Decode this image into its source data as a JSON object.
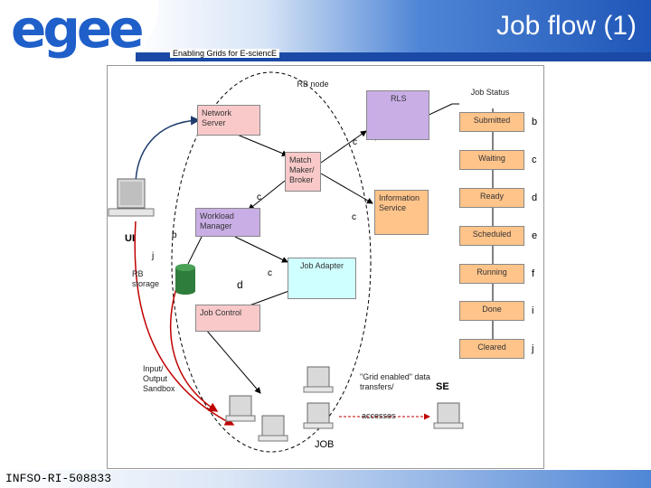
{
  "header": {
    "logo_text": "egee",
    "title": "Job flow (1)",
    "tagline": "Enabling Grids for E-sciencE"
  },
  "footer": {
    "text": "INFSO-RI-508833"
  },
  "diagram": {
    "rb_node": "RB node",
    "network_server": "Network Server",
    "rls": "RLS",
    "match_maker": "Match Maker/ Broker",
    "workload_manager": "Workload Manager",
    "information_service": "Information Service",
    "job_adapter": "Job Adapter",
    "job_control": "Job Control",
    "rb_storage": "RB storage",
    "ui": "UI",
    "io_sandbox": "Input/ Output Sandbox",
    "grid_enabled": "\"Grid enabled\" data transfers/",
    "accesses": "accesses",
    "se": "SE",
    "job": "JOB",
    "job_status_title": "Job Status",
    "statuses": [
      {
        "label": "Submitted",
        "letter": "b"
      },
      {
        "label": "Waiting",
        "letter": "c"
      },
      {
        "label": "Ready",
        "letter": "d"
      },
      {
        "label": "Scheduled",
        "letter": "e"
      },
      {
        "label": "Running",
        "letter": "f"
      },
      {
        "label": "Done",
        "letter": "i"
      },
      {
        "label": "Cleared",
        "letter": "j"
      }
    ],
    "flow_letters": {
      "b_ui": "b",
      "c_ns": "c",
      "c_mm": "c",
      "c_is": "c",
      "c_ja": "c",
      "d_wm": "d",
      "j_ui": "j"
    }
  }
}
